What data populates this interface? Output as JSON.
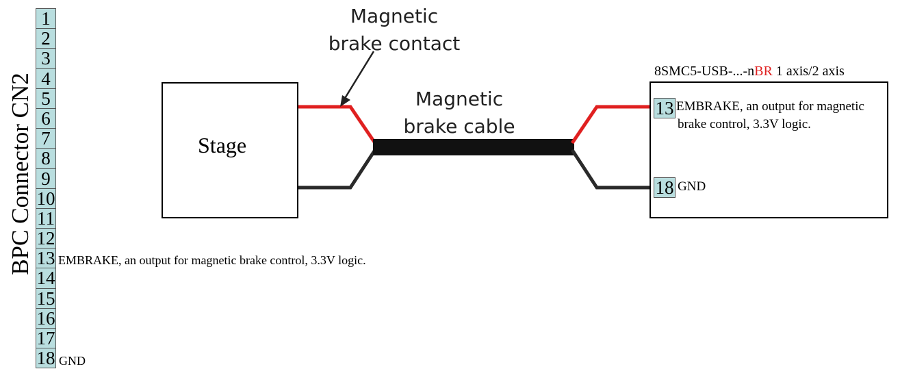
{
  "connector": {
    "title": "BPC Connector CN2",
    "pins": [
      "1",
      "2",
      "3",
      "4",
      "5",
      "6",
      "7",
      "8",
      "9",
      "10",
      "11",
      "12",
      "13",
      "14",
      "15",
      "16",
      "17",
      "18"
    ],
    "pin13_note": "EMBRAKE, an output for magnetic brake control, 3.3V logic.",
    "pin18_note": "GND"
  },
  "stage": {
    "label": "Stage"
  },
  "contact_label": {
    "line1": "Magnetic",
    "line2": "brake contact"
  },
  "cable_label": {
    "line1": "Magnetic",
    "line2": "brake cable"
  },
  "controller": {
    "title_prefix": "8SMC5-USB-...-n",
    "title_red": "BR",
    "title_suffix": " 1 axis/2 axis",
    "pin_a": "13",
    "pin_a_text_line1": "EMBRAKE, an output for magnetic",
    "pin_a_text_line2": "brake control, 3.3V logic.",
    "pin_b": "18",
    "pin_b_text": "GND"
  },
  "colors": {
    "red_wire": "#e02020",
    "black_wire": "#2a2a2a",
    "cable": "#111111",
    "pin_fill": "#b9dedf"
  }
}
